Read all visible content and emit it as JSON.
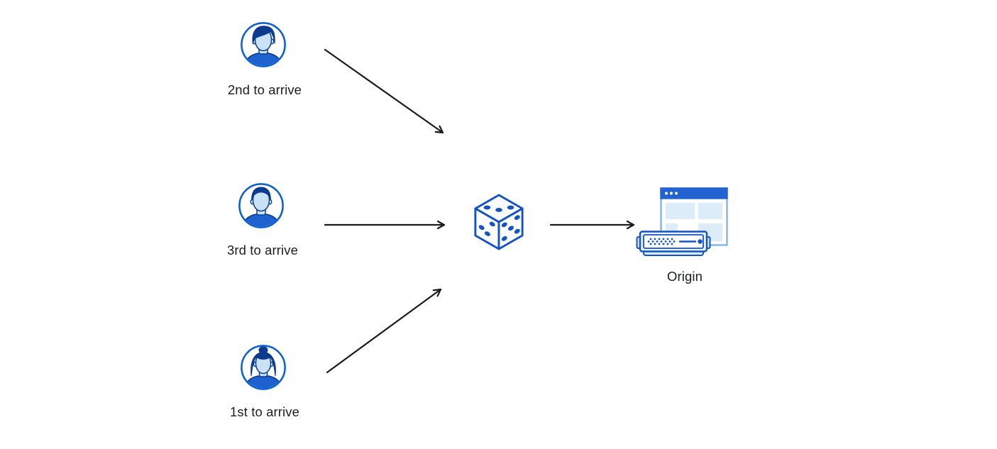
{
  "diagram": {
    "type": "flow-diagram",
    "description_of_pixels": "Three user avatars send requests through a dice (random selection) to an Origin server",
    "nodes": {
      "user_second": {
        "label": "2nd to arrive",
        "icon": "user-avatar-male-swoop-hair"
      },
      "user_third": {
        "label": "3rd to arrive",
        "icon": "user-avatar-male-short-hair"
      },
      "user_first": {
        "label": "1st to arrive",
        "icon": "user-avatar-female-bun"
      },
      "randomizer": {
        "icon": "dice-icon"
      },
      "origin": {
        "label": "Origin",
        "icon": "browser-window-with-server"
      }
    },
    "connections": [
      {
        "from": "user_second",
        "to": "randomizer"
      },
      {
        "from": "user_third",
        "to": "randomizer"
      },
      {
        "from": "user_first",
        "to": "randomizer"
      },
      {
        "from": "randomizer",
        "to": "origin"
      }
    ],
    "colors": {
      "background": "#ffffff",
      "primary_blue": "#1453c5",
      "avatar_ring_blue": "#0e62d0",
      "dark_navy": "#0c3a8e",
      "face_light_blue": "#c9e2f5",
      "shirt_blue": "#1f62cf",
      "titlebar_blue": "#2262d3",
      "window_border_blue": "#85b2e8",
      "pale_block_blue": "#ddecf9",
      "server_pale_blue": "#d9eaf9",
      "arrow_black": "#1a1a1a",
      "label_text": "#1b1d21"
    }
  }
}
